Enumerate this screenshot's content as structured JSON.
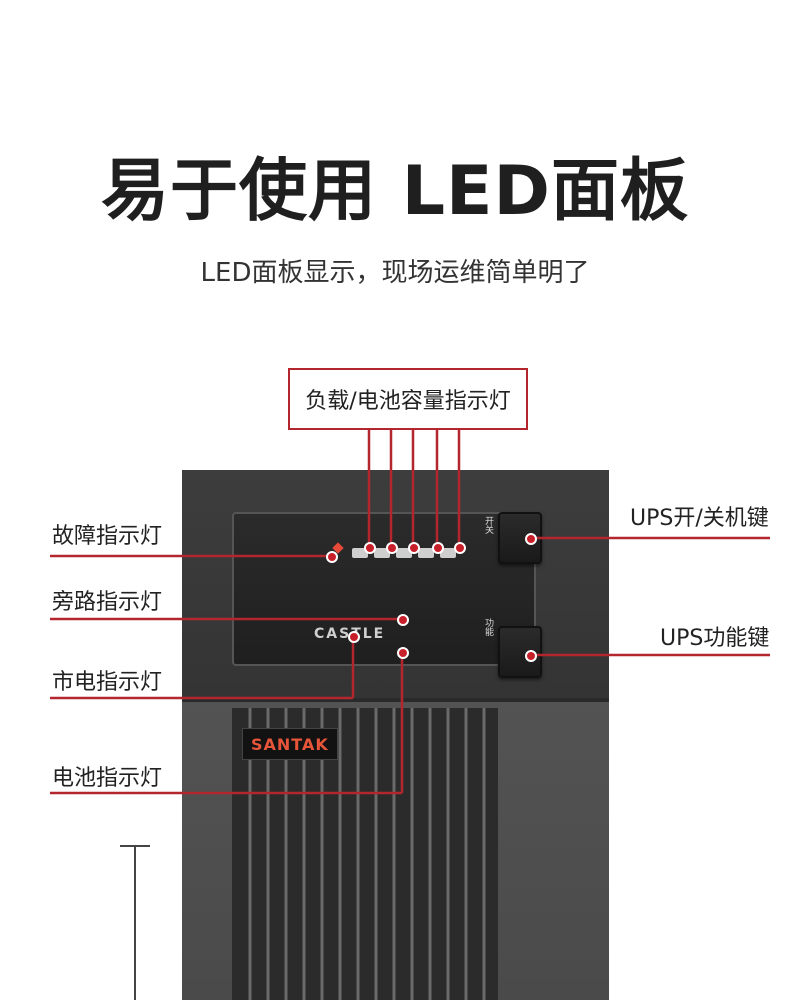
{
  "header": {
    "title": "易于使用 LED面板",
    "subtitle": "LED面板显示，现场运维简单明了"
  },
  "callouts": {
    "top_box": "负载/电池容量指示灯",
    "fault": "故障指示灯",
    "bypass": "旁路指示灯",
    "mains": "市电指示灯",
    "battery": "电池指示灯",
    "power_key": "UPS开/关机键",
    "function_key": "UPS功能键"
  },
  "device": {
    "panel_label": "CASTLE",
    "brand": "SANTAK",
    "power_side_text": "开关",
    "function_side_text": "功能"
  },
  "colors": {
    "accent": "#b3262d"
  }
}
